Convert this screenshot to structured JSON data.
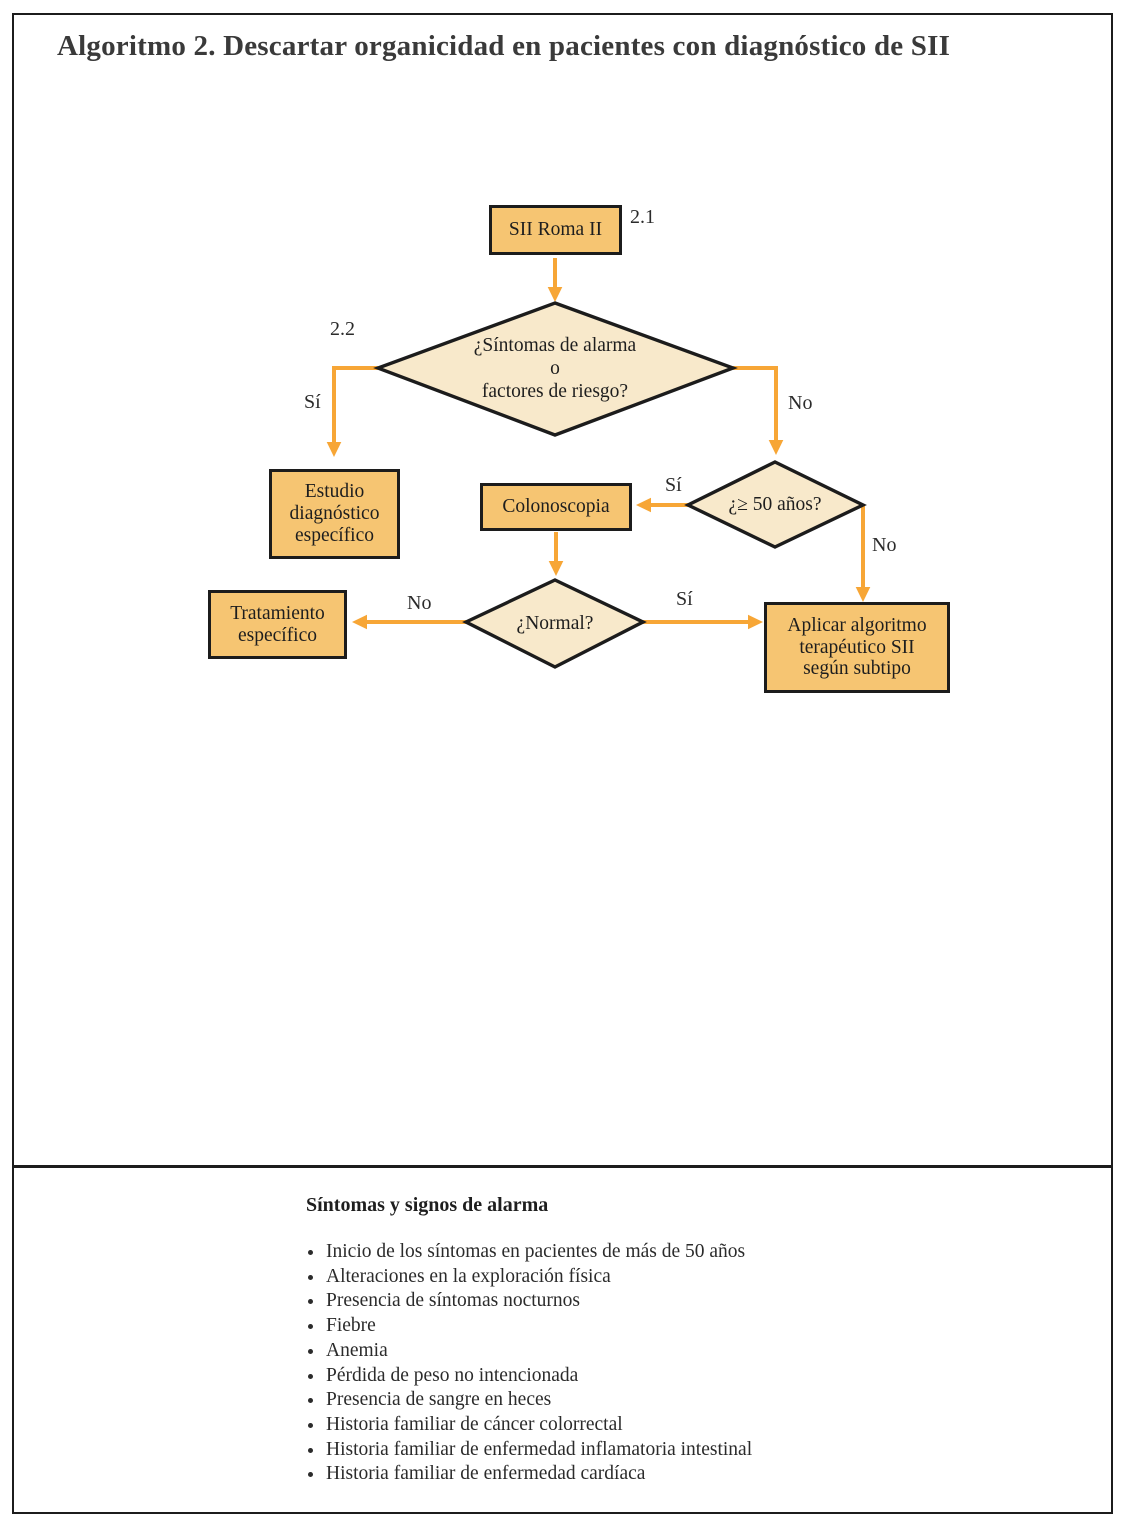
{
  "title": "Algoritmo 2. Descartar organicidad en pacientes con diagnóstico de SII",
  "colors": {
    "box_fill": "#F6C572",
    "diamond_fill": "#F8E9CB",
    "arrow": "#F7A636",
    "shape_border": "#1c1c1c",
    "title_text": "#3a3a3a",
    "body_text": "#2b2b2b"
  },
  "flowchart": {
    "nodes": {
      "sii_roma": {
        "label": "SII Roma II",
        "ref": "2.1"
      },
      "alarm": {
        "lines": [
          "¿Síntomas de alarma",
          "o",
          "factores de riesgo?"
        ],
        "ref": "2.2"
      },
      "estudio": {
        "lines": [
          "Estudio",
          "diagnóstico",
          "específico"
        ]
      },
      "colonoscopia": {
        "label": "Colonoscopia"
      },
      "age": {
        "label": "¿≥ 50 años?"
      },
      "normal": {
        "label": "¿Normal?"
      },
      "tratamiento": {
        "lines": [
          "Tratamiento",
          "específico"
        ]
      },
      "aplicar": {
        "lines": [
          "Aplicar algoritmo",
          "terapéutico SII",
          "según subtipo"
        ]
      }
    },
    "edges": {
      "alarm_yes": "Sí",
      "alarm_no": "No",
      "age_yes": "Sí",
      "age_no": "No",
      "normal_no": "No",
      "normal_yes": "Sí"
    }
  },
  "alarm_section": {
    "heading": "Síntomas y signos de alarma",
    "items": [
      "Inicio de los síntomas en pacientes de más de 50 años",
      "Alteraciones en la exploración física",
      "Presencia de síntomas nocturnos",
      "Fiebre",
      "Anemia",
      "Pérdida de peso no intencionada",
      "Presencia de sangre en heces",
      "Historia familiar de cáncer colorrectal",
      "Historia familiar de enfermedad inflamatoria intestinal",
      "Historia familiar de enfermedad cardíaca"
    ]
  }
}
